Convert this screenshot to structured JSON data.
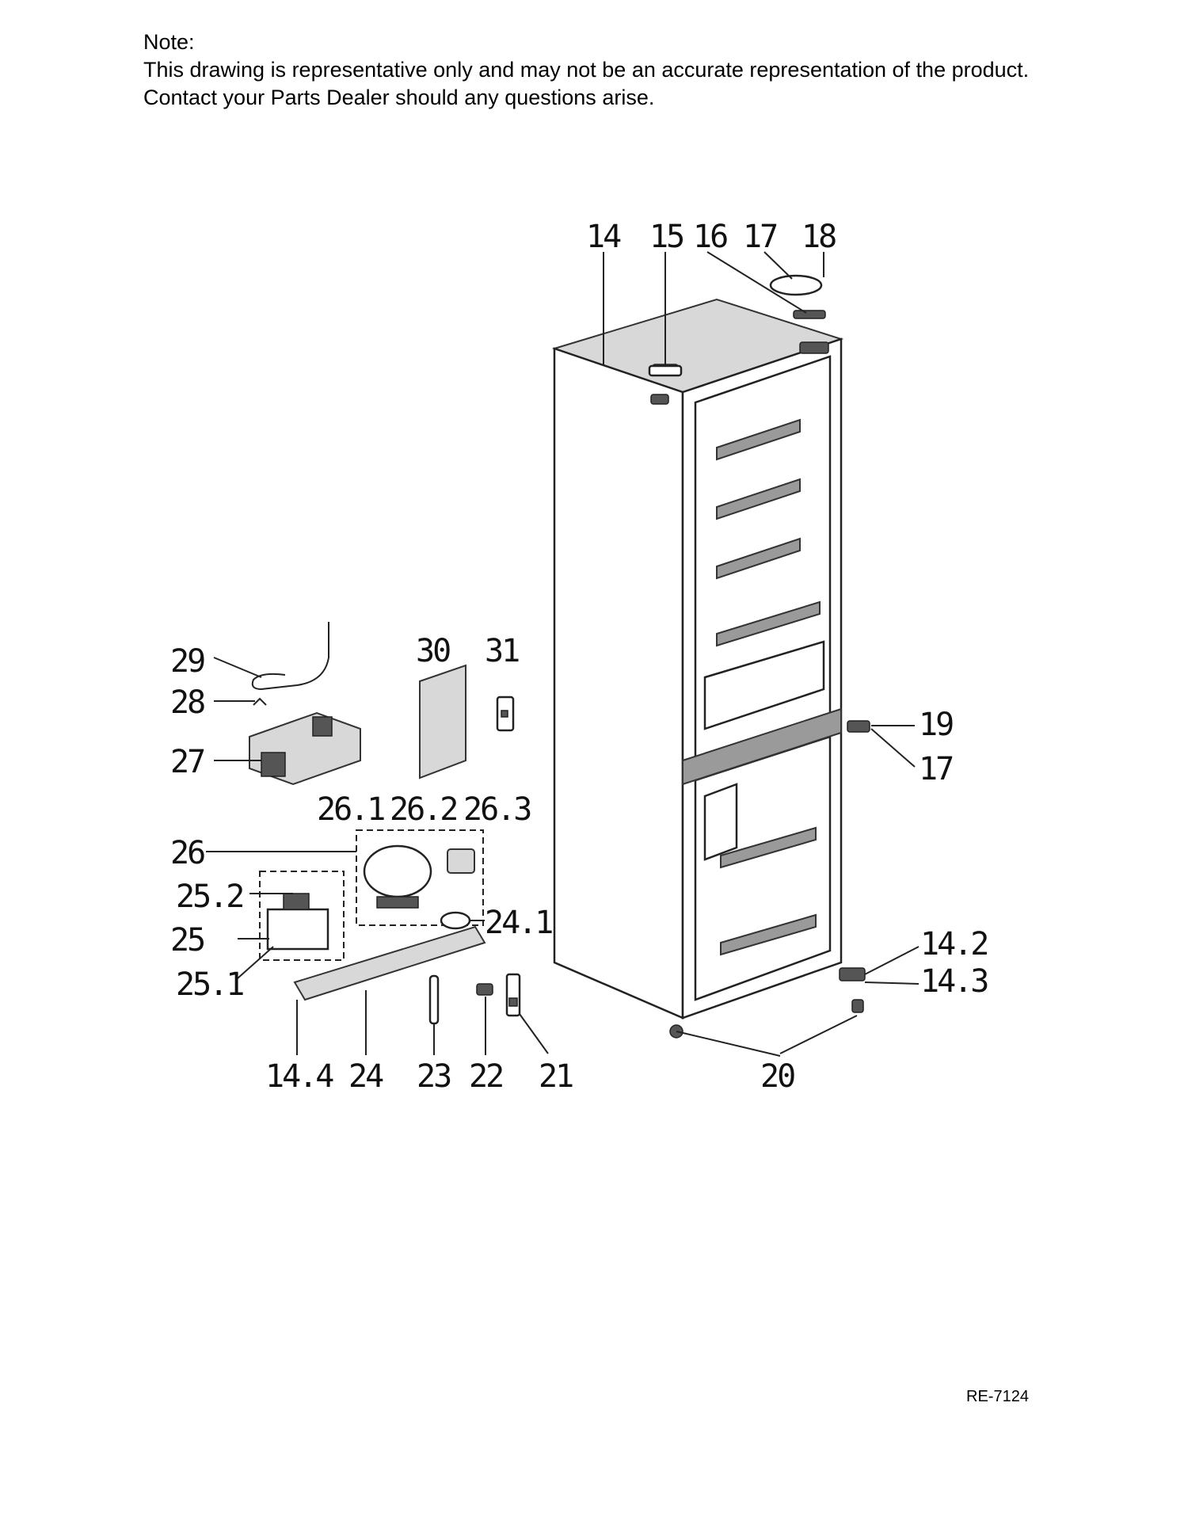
{
  "note": {
    "heading": "Note:",
    "line1": "This drawing is representative only and may not be an accurate representation of the product.",
    "line2": "Contact your Parts Dealer should any questions arise."
  },
  "callouts": {
    "c14": "14",
    "c15": "15",
    "c16": "16",
    "c17a": "17",
    "c18": "18",
    "c19": "19",
    "c17b": "17",
    "c14_2": "14.2",
    "c14_3": "14.3",
    "c20": "20",
    "c21": "21",
    "c22": "22",
    "c23": "23",
    "c24": "24",
    "c14_4": "14.4",
    "c24_1": "24.1",
    "c25": "25",
    "c25_1": "25.1",
    "c25_2": "25.2",
    "c26": "26",
    "c26_1": "26.1",
    "c26_2": "26.2",
    "c26_3": "26.3",
    "c27": "27",
    "c28": "28",
    "c29": "29",
    "c30": "30",
    "c31": "31"
  },
  "drawing_code": "RE-7124"
}
